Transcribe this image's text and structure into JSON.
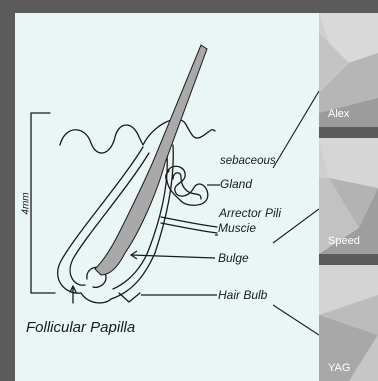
{
  "diagram": {
    "labels": {
      "sebaceous": "sebaceous",
      "gland": "Gland",
      "arrector": "Arrector Pili",
      "muscle": "Muscie",
      "bulge": "Bulge",
      "hair_bulb": "Hair Bulb",
      "follicular_papilla": "Follicular Papilla",
      "scale": "4mm"
    }
  },
  "side_tabs": [
    {
      "label": "Alex"
    },
    {
      "label": "Speed"
    },
    {
      "label": "YAG"
    }
  ],
  "colors": {
    "background": "#5b5b5b",
    "panel": "#eaf6f5",
    "hair": "#a9a9a9",
    "tab": "#cfcfcf",
    "tab_text": "#ffffff"
  }
}
